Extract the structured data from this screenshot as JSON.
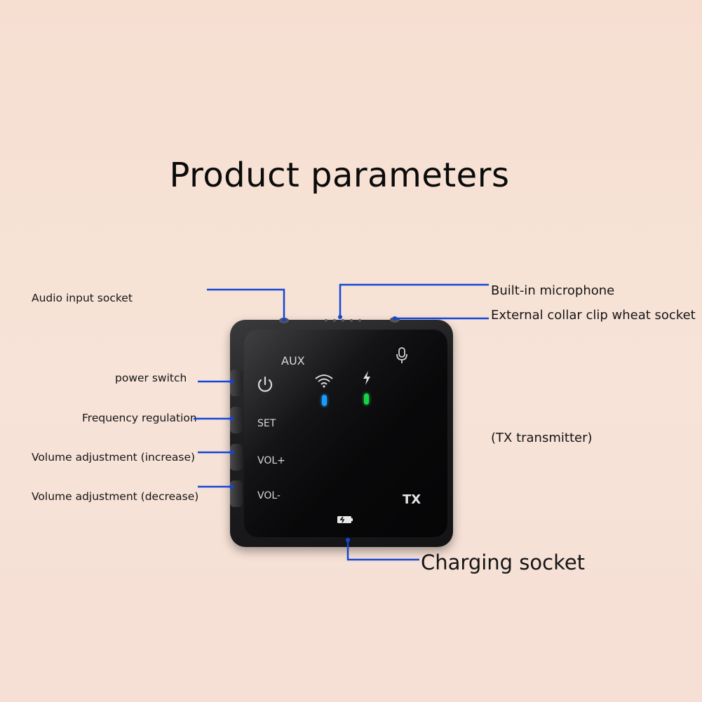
{
  "title": "Product parameters",
  "labels": {
    "audio_input": "Audio input socket",
    "power_switch": "power switch",
    "frequency": "Frequency regulation",
    "vol_up": "Volume adjustment (increase)",
    "vol_down": "Volume adjustment (decrease)",
    "builtin_mic": "Built-in microphone",
    "collar_clip": "External collar clip wheat socket",
    "tx": "(TX transmitter)",
    "charging": "Charging socket"
  },
  "device": {
    "aux": "AUX",
    "set": "SET",
    "vol_plus": "VOL+",
    "vol_minus": "VOL-",
    "tx": "TX",
    "icons": [
      "power-icon",
      "wifi-icon",
      "lightning-icon",
      "microphone-icon",
      "battery-icon"
    ],
    "led_colors": {
      "wifi": "#1a9cff",
      "power": "#19d24a"
    }
  },
  "colors": {
    "callout_line": "#1446d6"
  }
}
